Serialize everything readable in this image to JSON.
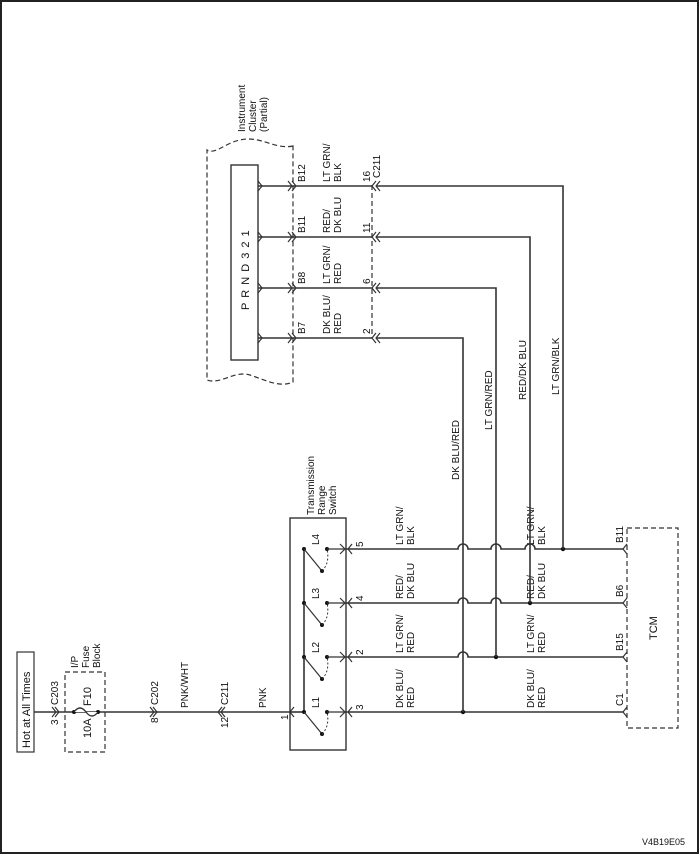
{
  "power": {
    "label": "Hot at All Times"
  },
  "fuse_block": {
    "title": [
      "I/P",
      "Fuse",
      "Block"
    ],
    "fuse_id": "F10",
    "rating": "10A"
  },
  "connectors": {
    "c203": {
      "name": "C203",
      "pin": "3"
    },
    "c202": {
      "name": "C202",
      "pin": "8"
    },
    "c211_main": {
      "name": "C211",
      "pin": "12"
    },
    "c211_cluster": {
      "name": "C211",
      "pins": [
        "2",
        "6",
        "11",
        "16"
      ]
    }
  },
  "wires": {
    "pnk_wht": "PNK/WHT",
    "pnk": "PNK",
    "vertical": [
      "DK BLU/RED",
      "LT GRN/RED",
      "RED/DK BLU",
      "LT GRN/BLK"
    ],
    "switch_out": [
      [
        "DK BLU/",
        "RED"
      ],
      [
        "LT GRN/",
        "RED"
      ],
      [
        "RED/",
        "DK BLU"
      ],
      [
        "LT GRN/",
        "BLK"
      ]
    ],
    "tcm_in": [
      [
        "DK BLU/",
        "RED"
      ],
      [
        "LT GRN/",
        "RED"
      ],
      [
        "RED/",
        "DK BLU"
      ],
      [
        "LT GRN/",
        "BLK"
      ]
    ],
    "cluster": [
      [
        "DK BLU/",
        "RED"
      ],
      [
        "LT GRN/",
        "RED"
      ],
      [
        "RED/",
        "DK BLU"
      ],
      [
        "LT GRN/",
        "BLK"
      ]
    ]
  },
  "trs": {
    "title": [
      "Transmission",
      "Range",
      "Switch"
    ],
    "input_pin": "1",
    "contacts": [
      "L1",
      "L2",
      "L3",
      "L4"
    ],
    "output_pins": [
      "3",
      "2",
      "4",
      "5"
    ]
  },
  "tcm": {
    "label": "TCM",
    "pins": [
      "C1",
      "B15",
      "B6",
      "B11"
    ]
  },
  "cluster": {
    "title": [
      "Instrument",
      "Cluster",
      "(Partial)"
    ],
    "display": "P R N D 3 2 1",
    "pins": [
      "B7",
      "B8",
      "B11",
      "B12"
    ]
  },
  "figure_id": "V4B19E05"
}
